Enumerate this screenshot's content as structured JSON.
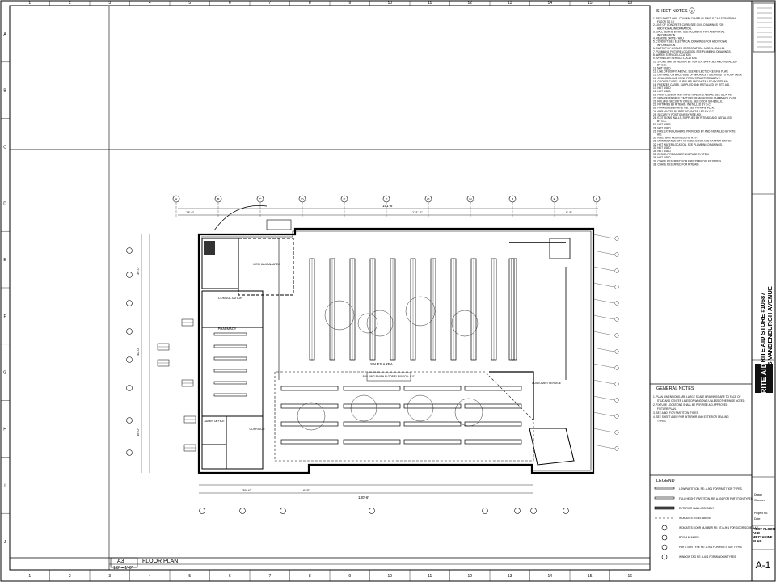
{
  "grid_columns": [
    "1",
    "2",
    "3",
    "4",
    "5",
    "6",
    "7",
    "8",
    "9",
    "10",
    "11",
    "12",
    "13",
    "14",
    "15",
    "16"
  ],
  "grid_rows": [
    "A",
    "B",
    "C",
    "D",
    "E",
    "F",
    "G",
    "H",
    "I",
    "J"
  ],
  "sheet_notes": {
    "title": "SHEET NOTES",
    "tag": "2",
    "items": [
      "1. RF-2 SHEET #WO. COLUMN COVER W/ SINGLE CAP SIGN FROM FLOOR TO 10'",
      "2. LINE OF CONCRETE CURB. SEE CIVIL DRAWINGS FOR ADDITIONAL INFORMATION.",
      "3. WALL BEHIND DOOR. SEE PLUMBING FOR ADDITIONAL INFORMATION.",
      "4. REMOTE DRIVE-THRU",
      "5. CONDUIT. SEE ELECTRICAL DRAWINGS FOR ADDITIONAL INFORMATION.",
      "6. CARTOP BY MOSLER CORPORATION - MODEL JEAN-15.",
      "7. PLUMBING FIXTURE LOCATION. SEE PLUMBING DRAWINGS.",
      "8. WATER SERVICE LOCATION.",
      "9. SPRINKLER SERVICE LOCATION.",
      "10. STORE WATER HEATER BY VERTEX, SUPPLIED AND INSTALLED BY G.C.",
      "11. NOT USED",
      "12. LINE OF SOFFIT ABOVE. SEE REFLECTED CEILING PLAN.",
      "13. DRYWALL ON BACK-SIDE OF WALANCE TO EXTEND TO ROOF DECK",
      "14. CEILING CLOUD HUNG FROM STRUCTURE ABOVE.",
      "15. COOLER CASES. SUPPLIED AND INSTALLED BY RITE AID.",
      "16. FREEZER CASES. SUPPLIED AND INSTALLED BY RITE AID.",
      "17. NOT USED",
      "18. NOT USED",
      "19. ROOF LADDER AND HATCH OPENING ABOVE. SEE C/L/A-701",
      "20. NON-REVERSIBLE CAPTURE BEAM SERVICE PHARMACY CASE",
      "21. ROLLING SECURITY GRILLE. SEE DOOR SCHEDULE.",
      "22. FIXTURES BY RITE AID. INSTALLED BY G.C.",
      "23. FURNISHED BY RITE AID. SEE FIXTURE PLAN.",
      "24. APPLIANCES BY RITE AID, INSTALLED BY G.C.",
      "25. SECURITY POSITIONS BY RITE AID.",
      "26. EXIT SIGNS WALLS, SUPPLIED BY RITE AID AND INSTALLED BY G.C.",
      "27. NOT USED",
      "28. NOT USED",
      "29. FIRE EXTINGUISHERS, PROVIDED BY AND INSTALLED BY RITE AID.",
      "30. KNOX BOX MOUNTED 5'-6\" A.F.F.",
      "31. MAINTENANCE WITH SHADES DOOR AND DAMPER SWITCH.",
      "32. HOT WATER LOCATION. SEE PLUMBING DRAWINGS.",
      "33. NOT USED",
      "34. NOT USED",
      "35. DESIGN PRECAMBER 4X8 TUBE SYSTEM.",
      "36. NOT USED",
      "37. CHASE RESERVED FOR FREEZER/COOLER PIPING.",
      "38. CHASE RESERVED FOR RITE AID."
    ]
  },
  "general_notes": {
    "title": "GENERAL NOTES",
    "items": [
      "1. PLAN DIMENSIONS ARE LARGE SCALE DRAWINGS ARE TO FACE OF STUD AND CENTER LINES OF WINDOWS UNLESS OTHERWISE NOTED.",
      "2. FIXTURE LOCATIONS SHALL BE PER RITE AID APPROVED FIXTURE PLAN.",
      "3. SEE A-801 FOR PARTITION TYPES.",
      "4. SEE SHEET A-802 FOR INTERIOR AND EXTERIOR SEALING TYPES."
    ]
  },
  "legend": {
    "title": "LEGEND",
    "items": [
      "LOW PARTITION. RE: A-901 FOR PARTITION TYPES.",
      "FULL HEIGHT PARTITION. RE: A-901 FOR PARTITION TYPES.",
      "EXTERIOR WALL ASSEMBLY",
      "INDICATES ITEMS ABOVE",
      "INDICATES DOOR NUMBER RE: #T/A-901 FOR DOOR SCHEDULE",
      "ROOM NUMBER",
      "PARTITION TYPE RE: A-901 FOR PARTITION TYPES",
      "WINDOW TAG RE: A-601 FOR WINDOW TYPES"
    ]
  },
  "title_block": {
    "store": "RITE AID STORE #10687",
    "address": "75 VANDENBURGH AVENUE",
    "logo": "RITE AID",
    "sheet_title": "FIRST FLOOR AND MEZZANINE PLAN",
    "sheet_number": "A-1",
    "labels": [
      "Drawn",
      "Checked",
      "Project No.",
      "Date"
    ]
  },
  "drawing_title": {
    "ref": "A3",
    "name": "FLOOR PLAN",
    "scale": "1/8\" = 1'-0\""
  },
  "rooms": {
    "sales_area": "SALES AREA",
    "pharmacy": "PHARMACY",
    "consultation": "CONSULTATION",
    "admin_office": "ADMIN OFFICE",
    "corridor": "CORRIDOR",
    "customer_service": "CUSTOMER SERVICE",
    "mechanical": "MECHANICAL AREA",
    "finish_floor": "BUILDING FINISH FLOOR ELEVATION: 0'-0\""
  },
  "dimensions": {
    "overall_top": "151'-6\"",
    "overall_bottom": "130'-6\"",
    "sub_top": [
      "13'-6\"",
      "131'-4\"",
      "6'-8\""
    ],
    "sub_bottom": [
      "39'-4\"",
      "6'-8\""
    ],
    "left_side": [
      "36'-0\"",
      "40'-0\"",
      "46'-0\""
    ]
  },
  "column_bubbles": [
    "A",
    "B",
    "C",
    "D",
    "E",
    "F",
    "G",
    "H",
    "J",
    "K",
    "L"
  ],
  "colors": {
    "ink": "#000000",
    "paper": "#ffffff",
    "hatch": "#555555"
  }
}
